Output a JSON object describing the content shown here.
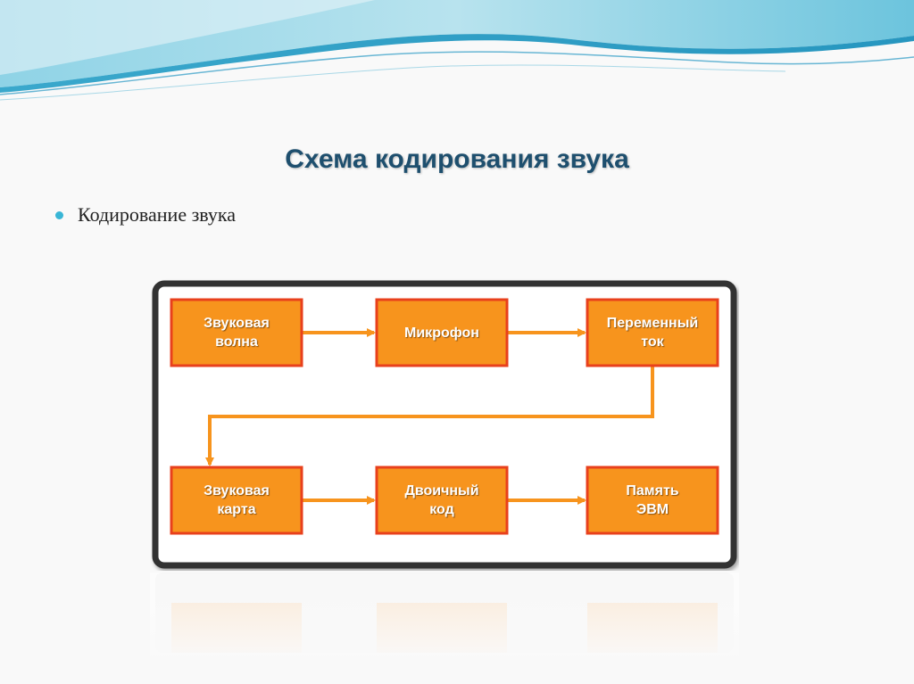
{
  "slide": {
    "title": "Схема кодирования звука",
    "bullet": "Кодирование звука"
  },
  "diagram": {
    "nodes": [
      {
        "id": "sound-wave",
        "label": "Звуковая\nволна"
      },
      {
        "id": "microphone",
        "label": "Микрофон"
      },
      {
        "id": "alternating-current",
        "label": "Переменный\nток"
      },
      {
        "id": "sound-card",
        "label": "Звуковая\nкарта"
      },
      {
        "id": "binary-code",
        "label": "Двоичный\nкод"
      },
      {
        "id": "computer-memory",
        "label": "Память\nЭВМ"
      }
    ],
    "edges": [
      {
        "from": "sound-wave",
        "to": "microphone"
      },
      {
        "from": "microphone",
        "to": "alternating-current"
      },
      {
        "from": "alternating-current",
        "to": "sound-card"
      },
      {
        "from": "sound-card",
        "to": "binary-code"
      },
      {
        "from": "binary-code",
        "to": "computer-memory"
      }
    ],
    "colors": {
      "box_fill": "#f7941d",
      "box_border": "#e8401c",
      "arrow": "#f7941d",
      "frame": "#333333"
    }
  }
}
